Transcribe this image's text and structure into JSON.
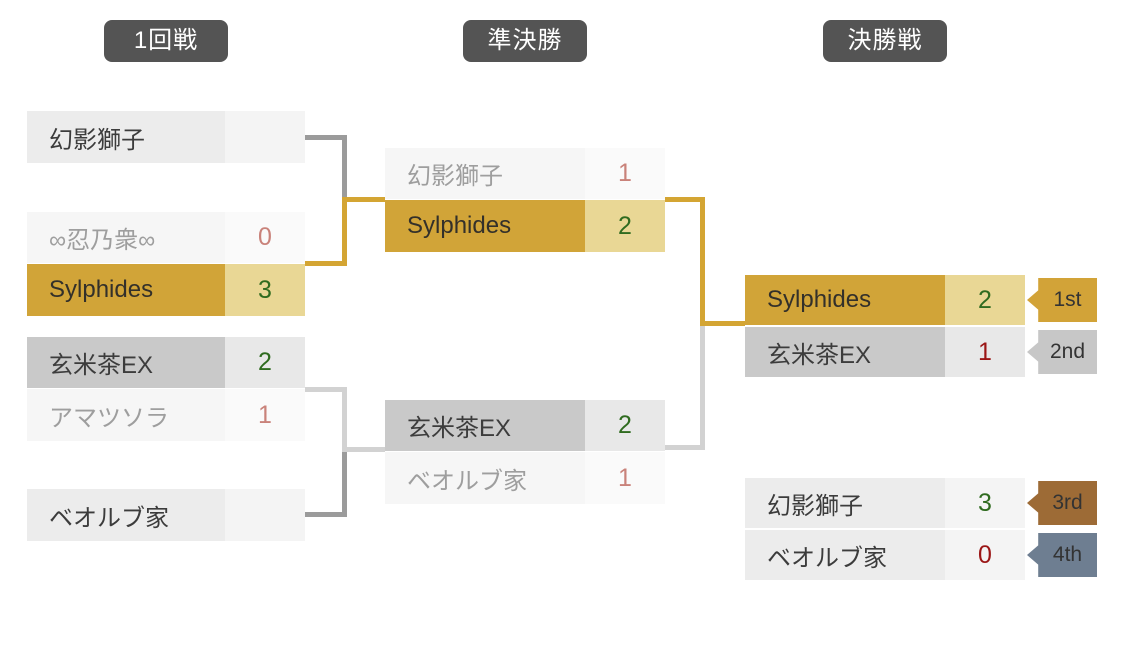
{
  "headers": {
    "round1": "1回戦",
    "semifinal": "準決勝",
    "final": "決勝戦"
  },
  "round1": [
    {
      "name": "幻影獅子",
      "score": ""
    },
    {
      "name": "∞忍乃衆∞",
      "score": "0"
    },
    {
      "name": "Sylphides",
      "score": "3"
    },
    {
      "name": "玄米茶EX",
      "score": "2"
    },
    {
      "name": "アマツソラ",
      "score": "1"
    },
    {
      "name": "ベオルブ家",
      "score": ""
    }
  ],
  "semifinal": [
    {
      "name": "幻影獅子",
      "score": "1"
    },
    {
      "name": "Sylphides",
      "score": "2"
    },
    {
      "name": "玄米茶EX",
      "score": "2"
    },
    {
      "name": "ベオルブ家",
      "score": "1"
    }
  ],
  "final": [
    {
      "name": "Sylphides",
      "score": "2",
      "rank": "1st"
    },
    {
      "name": "玄米茶EX",
      "score": "1",
      "rank": "2nd"
    }
  ],
  "third_place": [
    {
      "name": "幻影獅子",
      "score": "3",
      "rank": "3rd"
    },
    {
      "name": "ベオルブ家",
      "score": "0",
      "rank": "4th"
    }
  ],
  "colors": {
    "champion_gold": "#d1a438",
    "champion_score_bg": "#e9d795",
    "winner_gray": "#c9c9c9",
    "neutral_gray": "#ececec",
    "loser_bg": "#f6f6f6",
    "header_bg": "#545454",
    "win_score": "#2f6b1f",
    "loss_score_muted": "#c9827a",
    "loss_score_strong": "#9b1616",
    "line_gold": "#d4a533",
    "line_gray": "#9b9b9b",
    "line_light": "#d2d2d2",
    "rank1_badge": "#d2a338",
    "rank2_badge": "#c7c7c7",
    "rank3_badge": "#9d6b36",
    "rank4_badge": "#6e7e91"
  }
}
